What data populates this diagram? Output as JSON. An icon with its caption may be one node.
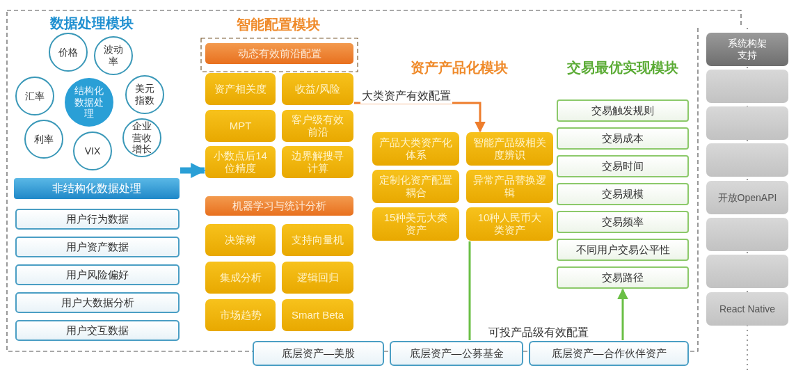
{
  "diagram": {
    "nodes": [
      {
        "text": [
          "价格"
        ]
      },
      {
        "text": [
          "波动率"
        ]
      },
      {
        "text": [
          "汇率"
        ]
      },
      {
        "text": [
          "结构化数据处理"
        ]
      },
      {
        "text": [
          "美元指数"
        ]
      },
      {
        "text": [
          "利率"
        ]
      },
      {
        "text": [
          "企业营收增长"
        ]
      },
      {
        "text": [
          "VIX"
        ]
      },
      {
        "text": [
          "非结构化数据处理"
        ]
      },
      {
        "text": [
          "用户行为数据"
        ]
      },
      {
        "text": [
          "用户资产数据"
        ]
      },
      {
        "text": [
          "用户风险偏好"
        ]
      },
      {
        "text": [
          "用户大数据分析"
        ]
      },
      {
        "text": [
          "用户交互数据"
        ]
      },
      {
        "text": [
          "动态有效前沿配置"
        ]
      },
      {
        "text": [
          "资产相关度"
        ]
      },
      {
        "text": [
          "收益/风险"
        ]
      },
      {
        "text": [
          "MPT"
        ]
      },
      {
        "text": [
          "客户级有效前沿"
        ]
      },
      {
        "text": [
          "小数点后14位精度"
        ]
      },
      {
        "text": [
          "边界解搜寻计算"
        ]
      },
      {
        "text": [
          "机器学习与统计分析"
        ]
      },
      {
        "text": [
          "决策树"
        ]
      },
      {
        "text": [
          "支持向量机"
        ]
      },
      {
        "text": [
          "集成分析"
        ]
      },
      {
        "text": [
          "逻辑回归"
        ]
      },
      {
        "text": [
          "市场趋势"
        ]
      },
      {
        "text": [
          "Smart Beta"
        ]
      },
      {
        "text": [
          "产品大类资产化体系"
        ]
      },
      {
        "text": [
          "智能产品级相关度辨识"
        ]
      },
      {
        "text": [
          "定制化资产配置耦合"
        ]
      },
      {
        "text": [
          "异常产品替换逻辑"
        ]
      },
      {
        "text": [
          "15种美元大类资产"
        ]
      },
      {
        "text": [
          "10种人民币大类资产"
        ]
      },
      {
        "text": [
          "交易触发规则"
        ]
      },
      {
        "text": [
          "交易成本"
        ]
      },
      {
        "text": [
          "交易时间"
        ]
      },
      {
        "text": [
          "交易规模"
        ]
      },
      {
        "text": [
          "交易频率"
        ]
      },
      {
        "text": [
          "不同用户交易公平性"
        ]
      },
      {
        "text": [
          "交易路径"
        ]
      },
      {
        "text": [
          "底层资产—美股"
        ]
      },
      {
        "text": [
          "底层资产—公募基金"
        ]
      },
      {
        "text": [
          "底层资产—合作伙伴资产"
        ]
      },
      {
        "text": [
          "系统构架支持"
        ]
      },
      {
        "text": [],
        "shape": "box"
      },
      {
        "text": [],
        "shape": "box"
      },
      {
        "text": [],
        "shape": "box"
      },
      {
        "text": [
          "开放OpenAPI"
        ]
      },
      {
        "text": [],
        "shape": "box"
      },
      {
        "text": [],
        "shape": "box"
      },
      {
        "text": [
          "React Native"
        ]
      }
    ],
    "edges": [
      {
        "from": 8,
        "to": 19,
        "arrow": "to",
        "style": "thick",
        "color": "#2a9fd6"
      },
      {
        "from": 16,
        "to": 29,
        "arrow": "to",
        "label": "大类资产有效配置",
        "color": "#ee7d2c"
      },
      {
        "from": 42,
        "to": 33,
        "arrow": "none",
        "color": "#6abf45"
      },
      {
        "from": 43,
        "to": 40,
        "arrow": "to",
        "color": "#6abf45"
      }
    ],
    "labels": [
      "数据处理模块",
      "智能配置模块",
      "资产产品化模块",
      "交易最优实现模块",
      "可投产品级有效配置"
    ]
  }
}
